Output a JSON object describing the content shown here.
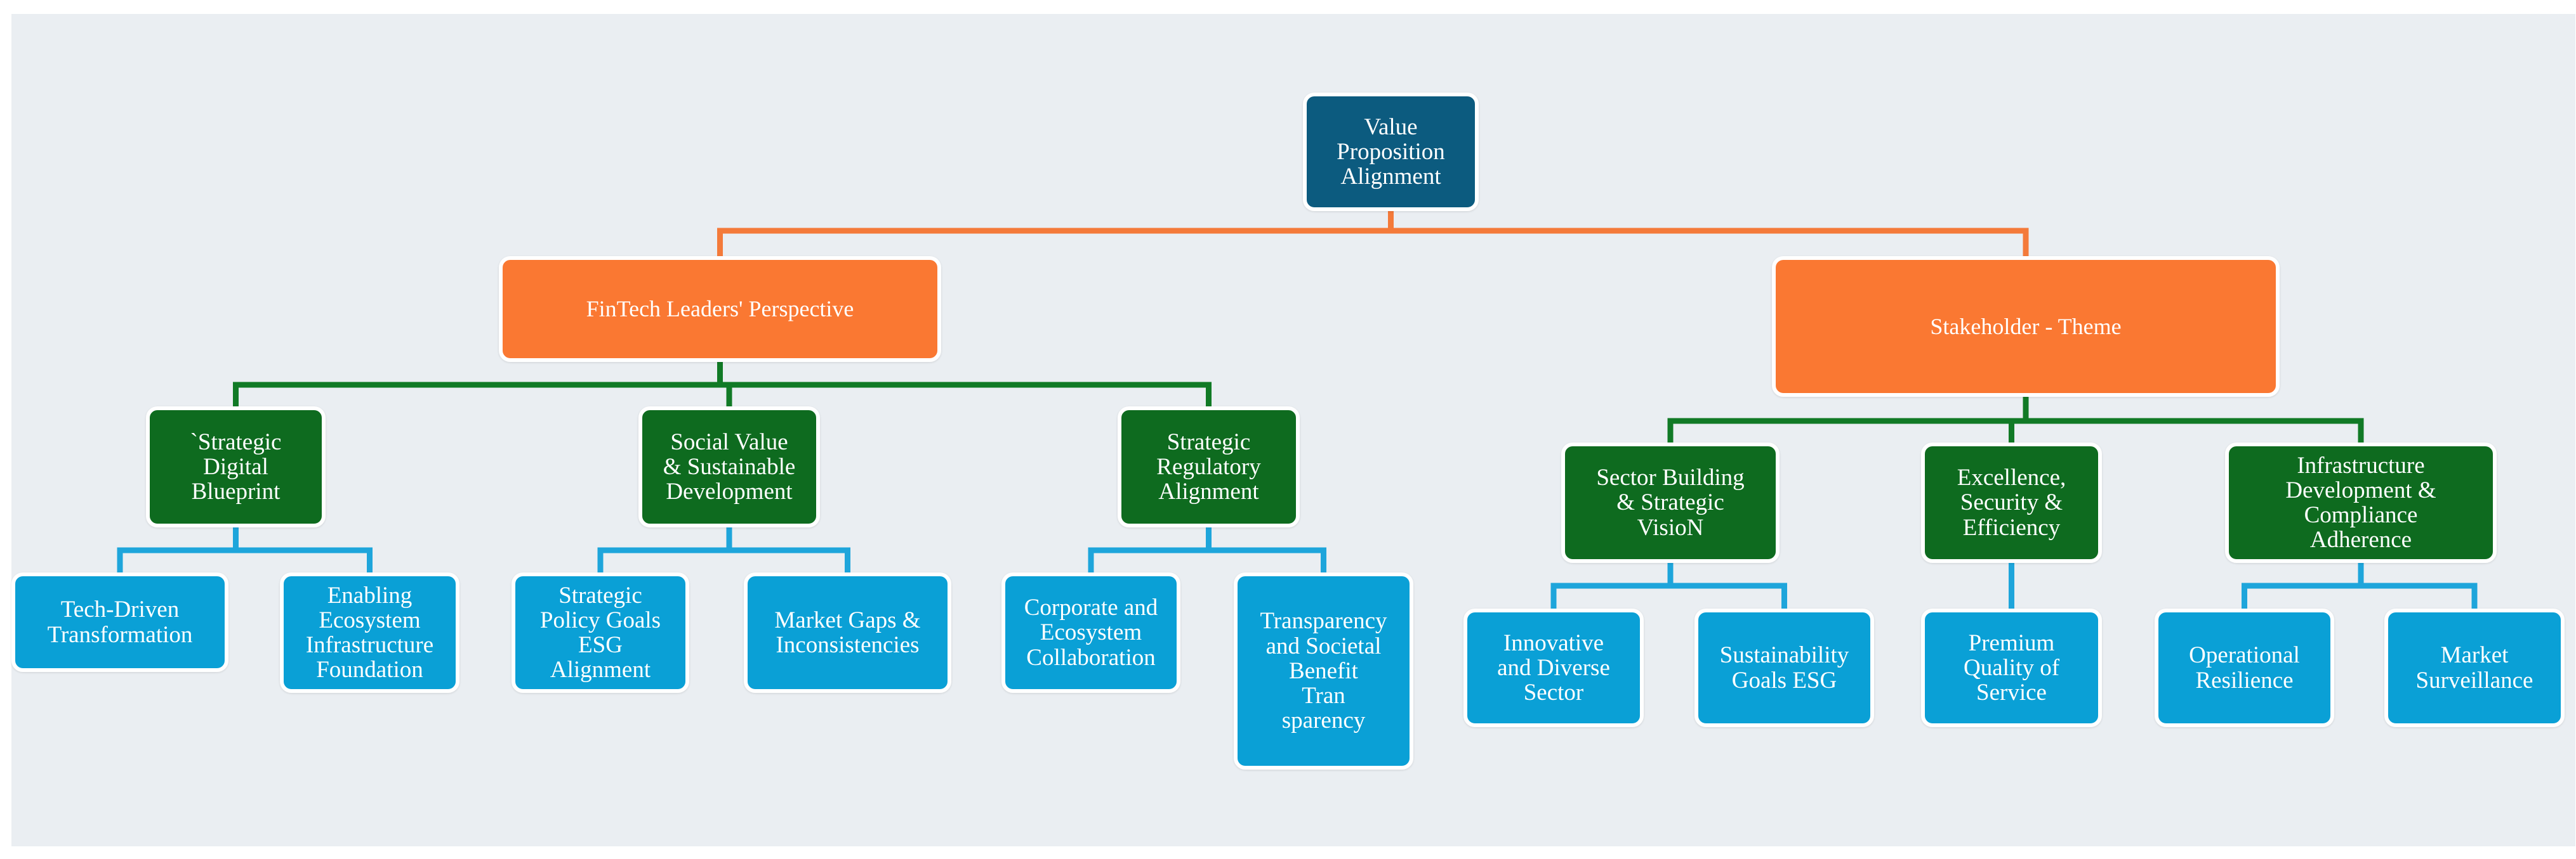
{
  "colors": {
    "background": "#eaeef2",
    "root_box": "#0c5b7f",
    "category_box": "#fa7832",
    "theme_box": "#0e6b1f",
    "leaf_box": "#0aa0d6",
    "orange_connector": "#f47a3a",
    "green_connector": "#117a26",
    "blue_connector": "#1ea5db"
  },
  "root": {
    "label": "Value\nProposition\nAlignment"
  },
  "left": {
    "label": "FinTech Leaders' Perspective",
    "themes": [
      {
        "label": "`Strategic\nDigital\nBlueprint",
        "leaves": [
          "Tech-Driven\nTransformation",
          "Enabling\nEcosystem\nInfrastructure\nFoundation"
        ]
      },
      {
        "label": "Social Value\n& Sustainable\nDevelopment",
        "leaves": [
          "Strategic\nPolicy Goals\n        ESG\nAlignment",
          "Market Gaps &\nInconsistencies"
        ]
      },
      {
        "label": "Strategic\nRegulatory\nAlignment",
        "leaves": [
          "Corporate and\nEcosystem\nCollaboration",
          "Transparency\nand Societal\nBenefit\n         Tran\nsparency"
        ]
      }
    ]
  },
  "right": {
    "label": "Stakeholder - Theme",
    "themes": [
      {
        "label": "Sector Building\n& Strategic\nVisioN",
        "leaves": [
          "Innovative\nand Diverse\nSector",
          "Sustainability\nGoals     ESG"
        ]
      },
      {
        "label": "Excellence,\nSecurity &\nEfficiency",
        "leaves": [
          "Premium\nQuality of\nService"
        ]
      },
      {
        "label": "Infrastructure\nDevelopment &\nCompliance\nAdherence",
        "leaves": [
          "Operational\nResilience",
          "Market\nSurveillance"
        ]
      }
    ]
  }
}
